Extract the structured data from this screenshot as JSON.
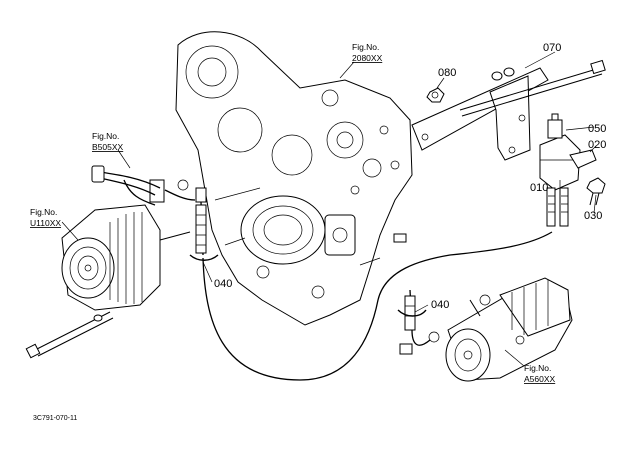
{
  "diagram": {
    "part_labels": {
      "p010": "010",
      "p020": "020",
      "p030": "030",
      "p040a": "040",
      "p040b": "040",
      "p050": "050",
      "p070": "070",
      "p080": "080"
    },
    "figure_refs": {
      "gear_case": {
        "line1": "Fig.No.",
        "line2": "2080XX"
      },
      "harness": {
        "line1": "Fig.No.",
        "line2": "B505XX"
      },
      "alternator": {
        "line1": "Fig.No.",
        "line2": "U110XX"
      },
      "starter": {
        "line1": "Fig.No.",
        "line2": "A560XX"
      }
    },
    "drawing_code": "3C791-070-11"
  }
}
